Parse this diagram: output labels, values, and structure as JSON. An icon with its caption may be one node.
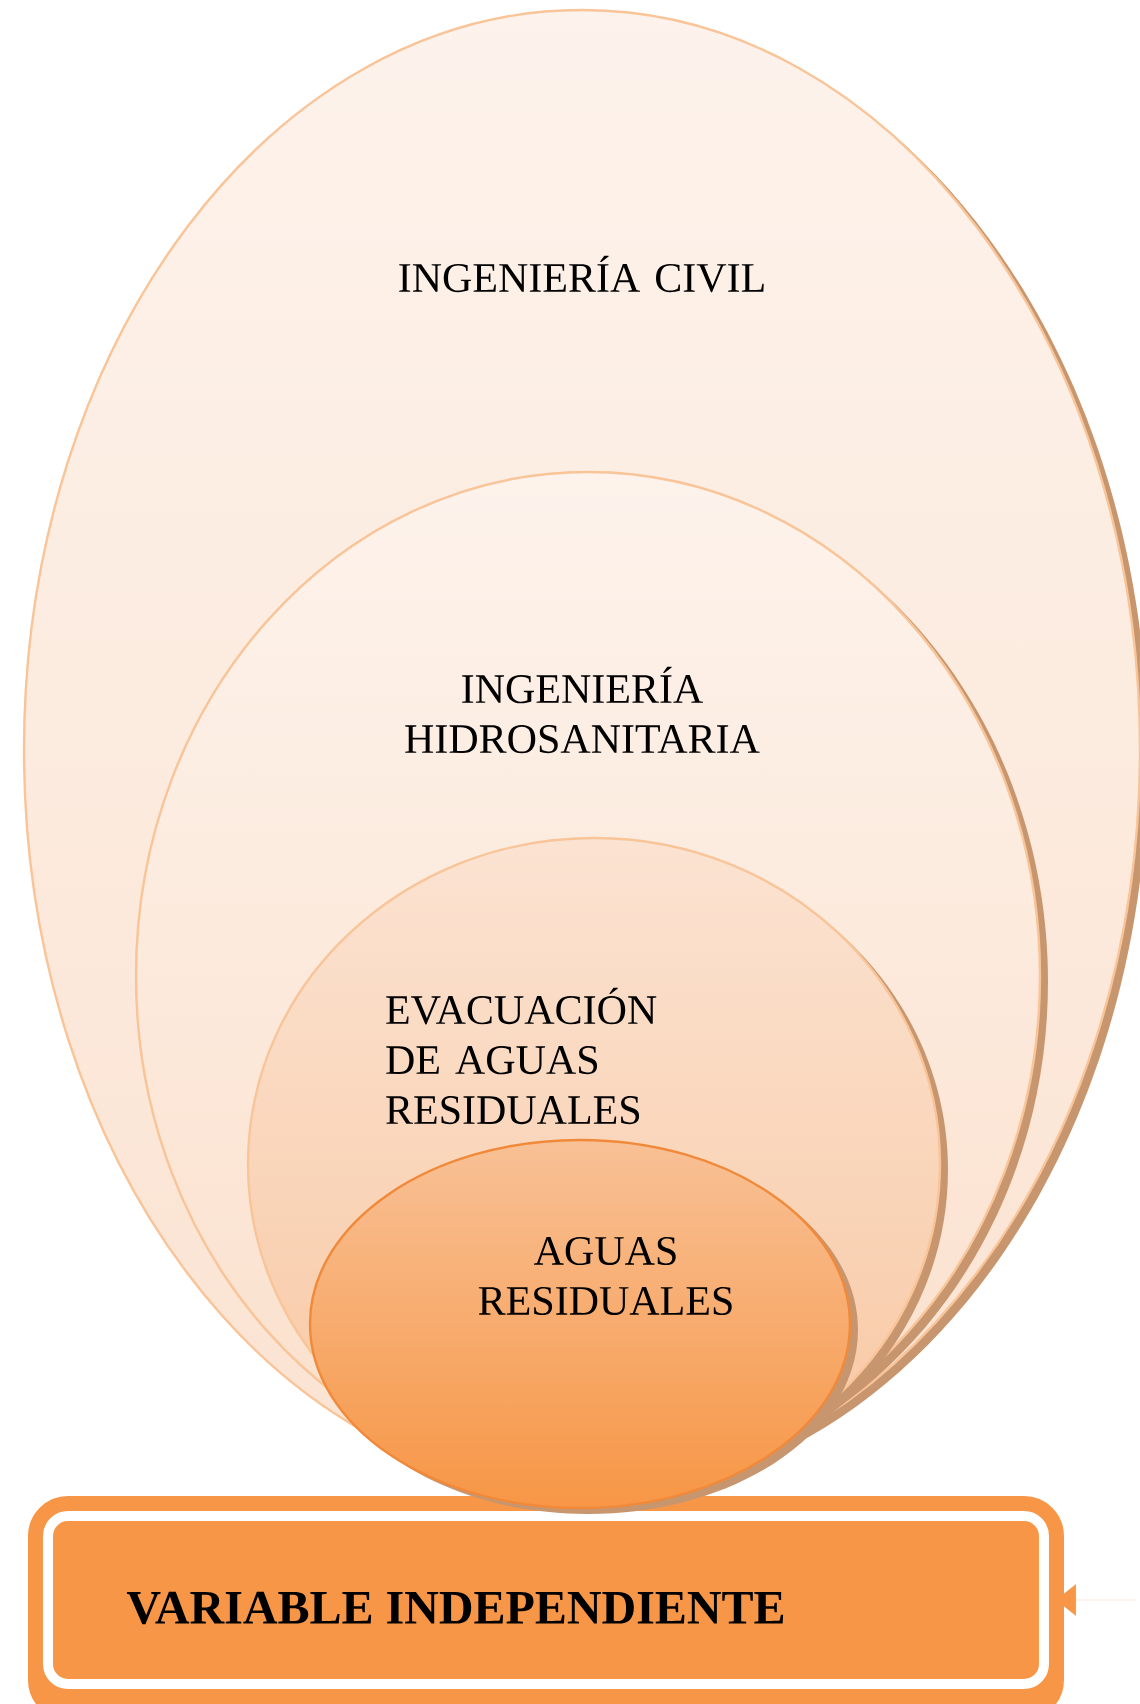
{
  "diagram": {
    "nodes": [
      {
        "text": [
          "INGENIERÍA CIVIL"
        ]
      },
      {
        "text": [
          "INGENIERÍA HIDROSANITARIA"
        ],
        "in": 0
      },
      {
        "text": [
          "EVACUACIÓN DE AGUAS RESIDUALES"
        ],
        "in": 1
      },
      {
        "text": [
          "AGUAS RESIDUALES"
        ],
        "in": 2
      },
      {
        "text": [
          "VARIABLE INDEPENDIENTE"
        ]
      }
    ],
    "edges": [
      {
        "from": null,
        "to": 4,
        "arrow": "to"
      }
    ]
  }
}
